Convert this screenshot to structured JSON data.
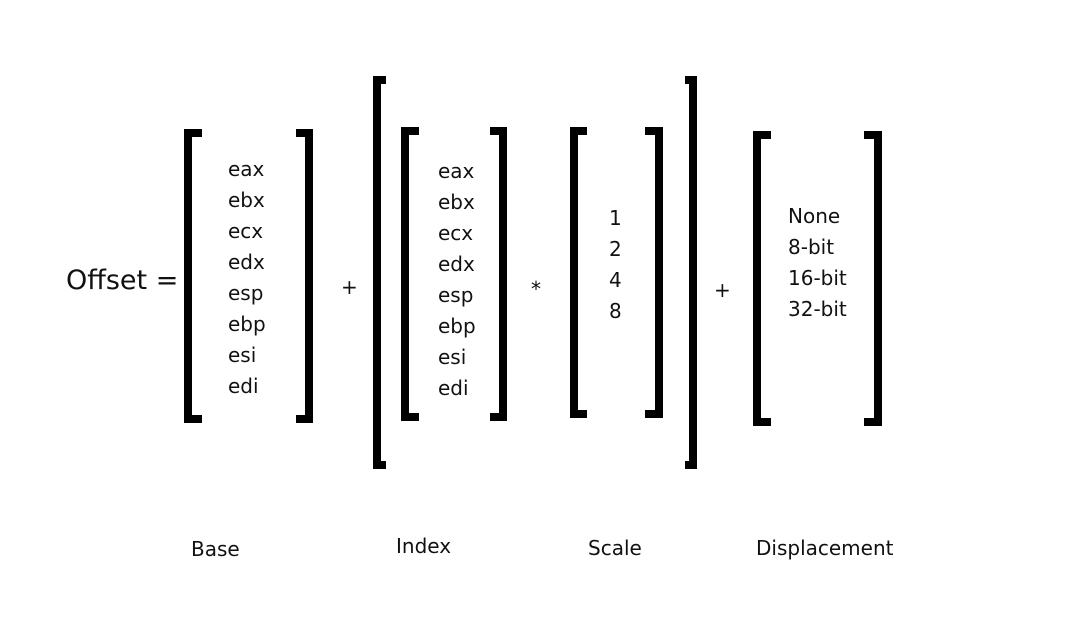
{
  "lhs": "Offset =",
  "operators": {
    "base_plus_index": "+",
    "index_times_scale": "*",
    "scaled_plus_displacement": "+"
  },
  "base": {
    "items": [
      "eax",
      "ebx",
      "ecx",
      "edx",
      "esp",
      "ebp",
      "esi",
      "edi"
    ],
    "label": "Base"
  },
  "index": {
    "items": [
      "eax",
      "ebx",
      "ecx",
      "edx",
      "esp",
      "ebp",
      "esi",
      "edi"
    ],
    "label": "Index"
  },
  "scale": {
    "items": [
      "1",
      "2",
      "4",
      "8"
    ],
    "label": "Scale"
  },
  "displacement": {
    "items": [
      "None",
      "8-bit",
      "16-bit",
      "32-bit"
    ],
    "label": "Displacement"
  },
  "colors": {
    "bracket": "#000000",
    "text": "#111111",
    "background": "#ffffff"
  }
}
